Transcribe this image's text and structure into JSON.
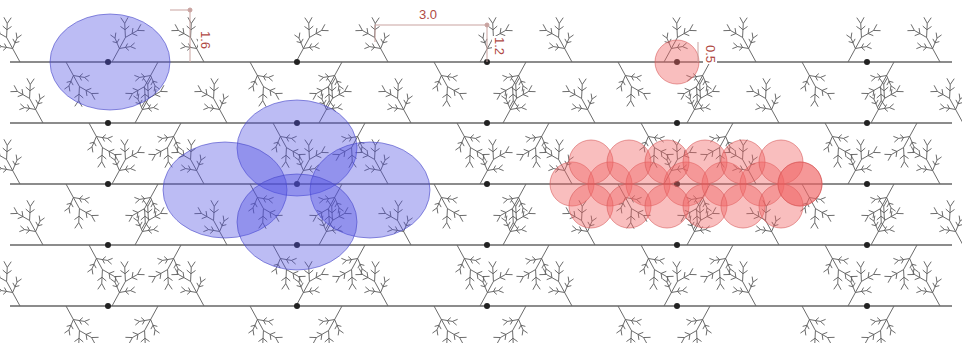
{
  "diagram": {
    "labels": [
      "1.6",
      "3.0",
      "1.2",
      "0.5"
    ]
  }
}
